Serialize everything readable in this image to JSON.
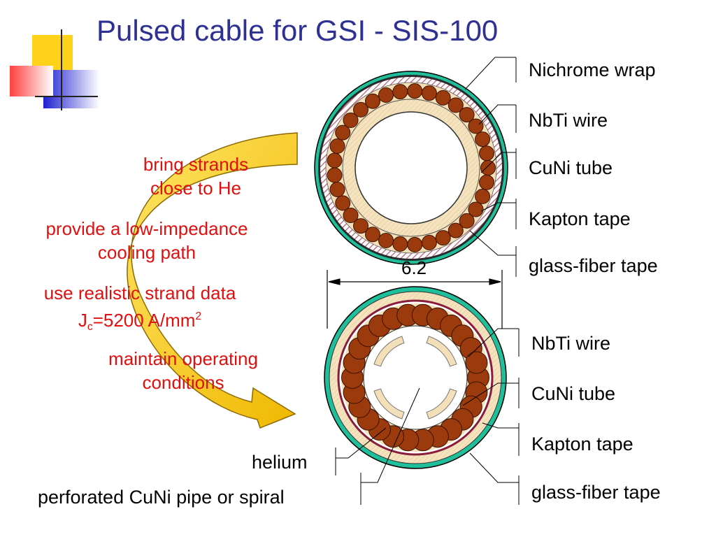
{
  "title": "Pulsed cable for GSI - SIS-100",
  "bullets": {
    "b1": "bring strands\nclose to He",
    "b2": "provide a low-impedance\ncooling path",
    "b3_line1": "use realistic strand data",
    "b3_J": "J",
    "b3_sub": "c",
    "b3_eq": "=5200 A/mm",
    "b3_sup": "2",
    "b4": "maintain operating\nconditions"
  },
  "top_labels": [
    "Nichrome wrap",
    "NbTi wire",
    "CuNi tube",
    "Kapton tape",
    "glass-fiber tape"
  ],
  "dimension": "6.2",
  "bottom_labels": [
    "NbTi wire",
    "CuNi tube",
    "Kapton tape",
    "glass-fiber tape"
  ],
  "helium": "helium",
  "pipe": "perforated CuNi pipe or spiral",
  "colors": {
    "title": "#2e3192",
    "bullet_text": "#e01010",
    "strand": "#9b3a0c",
    "kapton": "#f3dfb8",
    "glass_fiber": "#1fbf9c",
    "nichrome": "#c98a9a",
    "arrow": "#f2c200"
  }
}
